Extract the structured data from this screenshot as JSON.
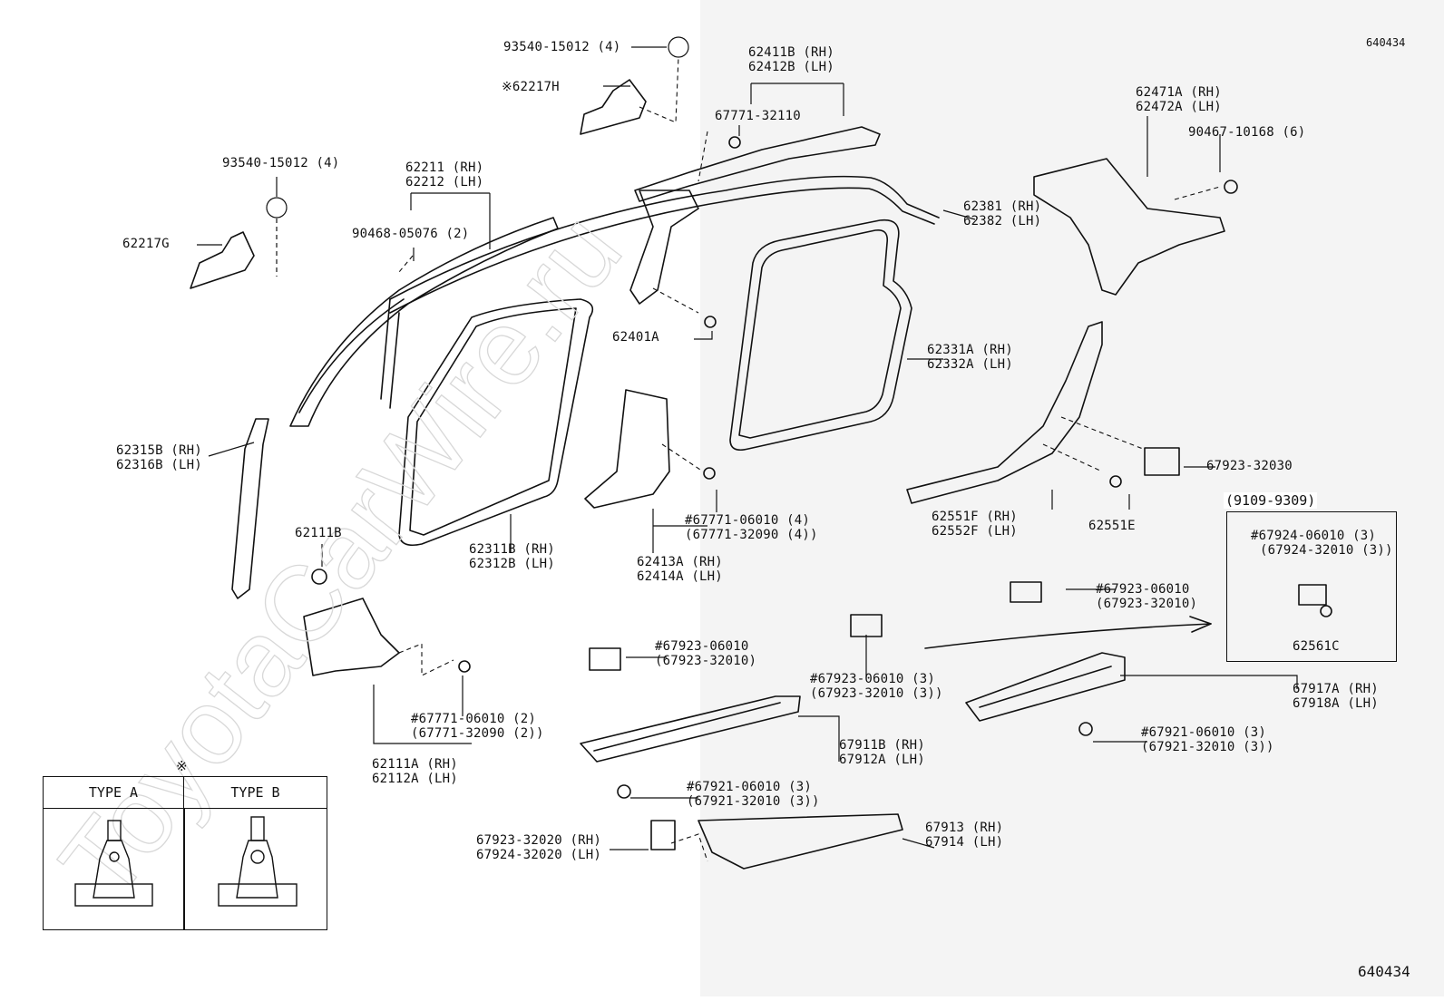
{
  "watermark": "ToyotaCarWire.ru",
  "figure_number": "640434",
  "corner_number": "640434",
  "type_legend": {
    "marker": "※",
    "type_a": "TYPE A",
    "type_b": "TYPE B"
  },
  "variant_box": {
    "title": "(9109-9309)",
    "lines": [
      "#67924-06010 (3)",
      "(67924-32010 (3))"
    ],
    "part": "62561C"
  },
  "labels": [
    {
      "id": "93540-15012-top",
      "lines": [
        "93540-15012 (4)"
      ]
    },
    {
      "id": "62217H",
      "lines": [
        "※62217H"
      ]
    },
    {
      "id": "62411B",
      "lines": [
        "62411B (RH)",
        "62412B (LH)"
      ]
    },
    {
      "id": "67771-32110",
      "lines": [
        "67771-32110"
      ]
    },
    {
      "id": "62471A",
      "lines": [
        "62471A (RH)",
        "62472A (LH)"
      ]
    },
    {
      "id": "90467-10168",
      "lines": [
        "90467-10168 (6)"
      ]
    },
    {
      "id": "93540-15012-left",
      "lines": [
        "93540-15012 (4)"
      ]
    },
    {
      "id": "62211",
      "lines": [
        "62211 (RH)",
        "62212 (LH)"
      ]
    },
    {
      "id": "90468-05076",
      "lines": [
        "90468-05076 (2)"
      ]
    },
    {
      "id": "62217G",
      "lines": [
        "62217G"
      ]
    },
    {
      "id": "62381",
      "lines": [
        "62381 (RH)",
        "62382 (LH)"
      ]
    },
    {
      "id": "62401A",
      "lines": [
        "62401A"
      ]
    },
    {
      "id": "62331A",
      "lines": [
        "62331A (RH)",
        "62332A (LH)"
      ]
    },
    {
      "id": "62315B",
      "lines": [
        "62315B (RH)",
        "62316B (LH)"
      ]
    },
    {
      "id": "67923-32030",
      "lines": [
        "67923-32030"
      ]
    },
    {
      "id": "62551F",
      "lines": [
        "62551F (RH)",
        "62552F (LH)"
      ]
    },
    {
      "id": "62551E",
      "lines": [
        "62551E"
      ]
    },
    {
      "id": "67771-06010-4",
      "lines": [
        "#67771-06010 (4)",
        "(67771-32090 (4))"
      ]
    },
    {
      "id": "62311B",
      "lines": [
        "62311B (RH)",
        "62312B (LH)"
      ]
    },
    {
      "id": "62413A",
      "lines": [
        "62413A (RH)",
        "62414A (LH)"
      ]
    },
    {
      "id": "62111B",
      "lines": [
        "62111B"
      ]
    },
    {
      "id": "67923-06010-r",
      "lines": [
        "#67923-06010",
        "(67923-32010)"
      ]
    },
    {
      "id": "67923-06010-mid",
      "lines": [
        "#67923-06010",
        "(67923-32010)"
      ]
    },
    {
      "id": "67923-06010-3",
      "lines": [
        "#67923-06010 (3)",
        "(67923-32010 (3))"
      ]
    },
    {
      "id": "67917A",
      "lines": [
        "67917A (RH)",
        "67918A (LH)"
      ]
    },
    {
      "id": "67771-06010-2",
      "lines": [
        "#67771-06010 (2)",
        "(67771-32090 (2))"
      ]
    },
    {
      "id": "67921-06010-r",
      "lines": [
        "#67921-06010 (3)",
        "(67921-32010 (3))"
      ]
    },
    {
      "id": "67911B",
      "lines": [
        "67911B (RH)",
        "67912A (LH)"
      ]
    },
    {
      "id": "62111A",
      "lines": [
        "62111A (RH)",
        "62112A (LH)"
      ]
    },
    {
      "id": "67921-06010-m",
      "lines": [
        "#67921-06010 (3)",
        "(67921-32010 (3))"
      ]
    },
    {
      "id": "67923-32020",
      "lines": [
        "67923-32020 (RH)",
        "67924-32020 (LH)"
      ]
    },
    {
      "id": "67913",
      "lines": [
        "67913 (RH)",
        "67914 (LH)"
      ]
    }
  ]
}
